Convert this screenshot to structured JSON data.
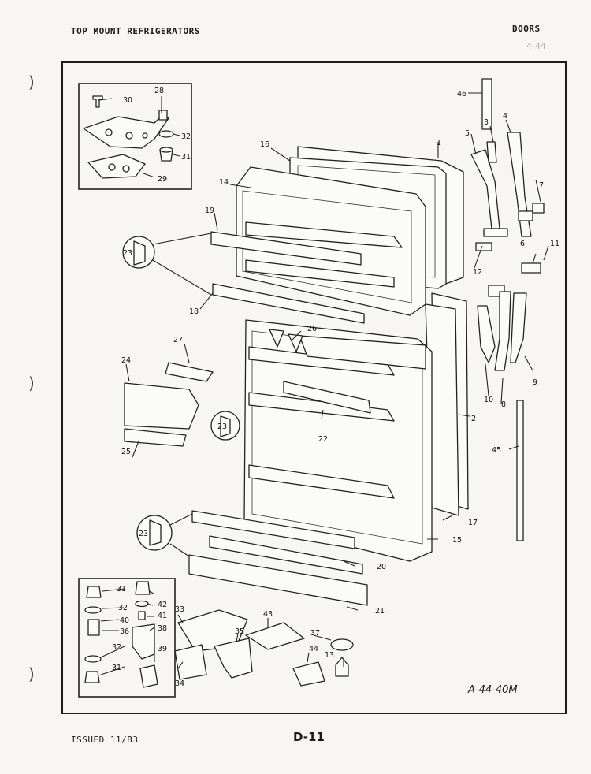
{
  "header": {
    "left": "TOP MOUNT REFRIGERATORS",
    "right": "DOORS",
    "scribble": "4-44"
  },
  "footer": {
    "issued": "ISSUED 11/83",
    "page": "D-11"
  },
  "drawing_code": "A-44-40M",
  "callouts": [
    "1",
    "2",
    "3",
    "4",
    "5",
    "6",
    "7",
    "8",
    "9",
    "10",
    "11",
    "12",
    "13",
    "14",
    "15",
    "16",
    "17",
    "18",
    "19",
    "20",
    "21",
    "22",
    "23",
    "24",
    "25",
    "26",
    "27",
    "28",
    "29",
    "30",
    "31",
    "32",
    "33",
    "34",
    "35",
    "36",
    "37",
    "38",
    "39",
    "40",
    "41",
    "42",
    "43",
    "44",
    "45",
    "46"
  ],
  "colors": {
    "ink": "#1a1a1a",
    "paper": "#f7f6f2"
  }
}
